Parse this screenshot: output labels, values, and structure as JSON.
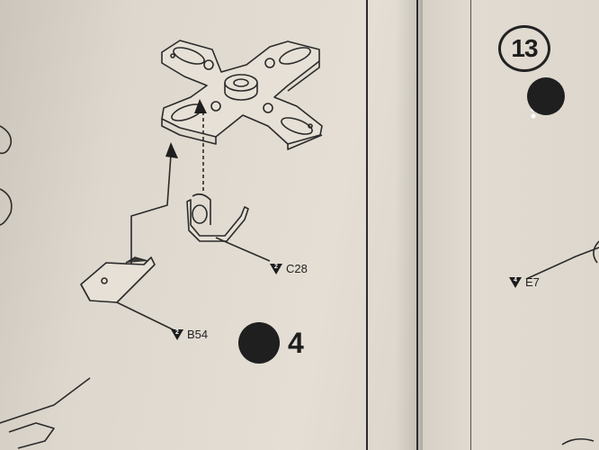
{
  "document": {
    "step_number": "13",
    "repeat_count": "4",
    "parts": [
      {
        "id": "C28",
        "qty": "2"
      },
      {
        "id": "B54",
        "qty": "2"
      },
      {
        "id": "E7",
        "qty": "4"
      }
    ]
  },
  "colors": {
    "ink": "#1e1e1e",
    "paper": "#e2dcd2"
  },
  "icons": [
    "glue-bottle-icon",
    "repeat-arrows-icon",
    "qty-triangle-icon"
  ]
}
